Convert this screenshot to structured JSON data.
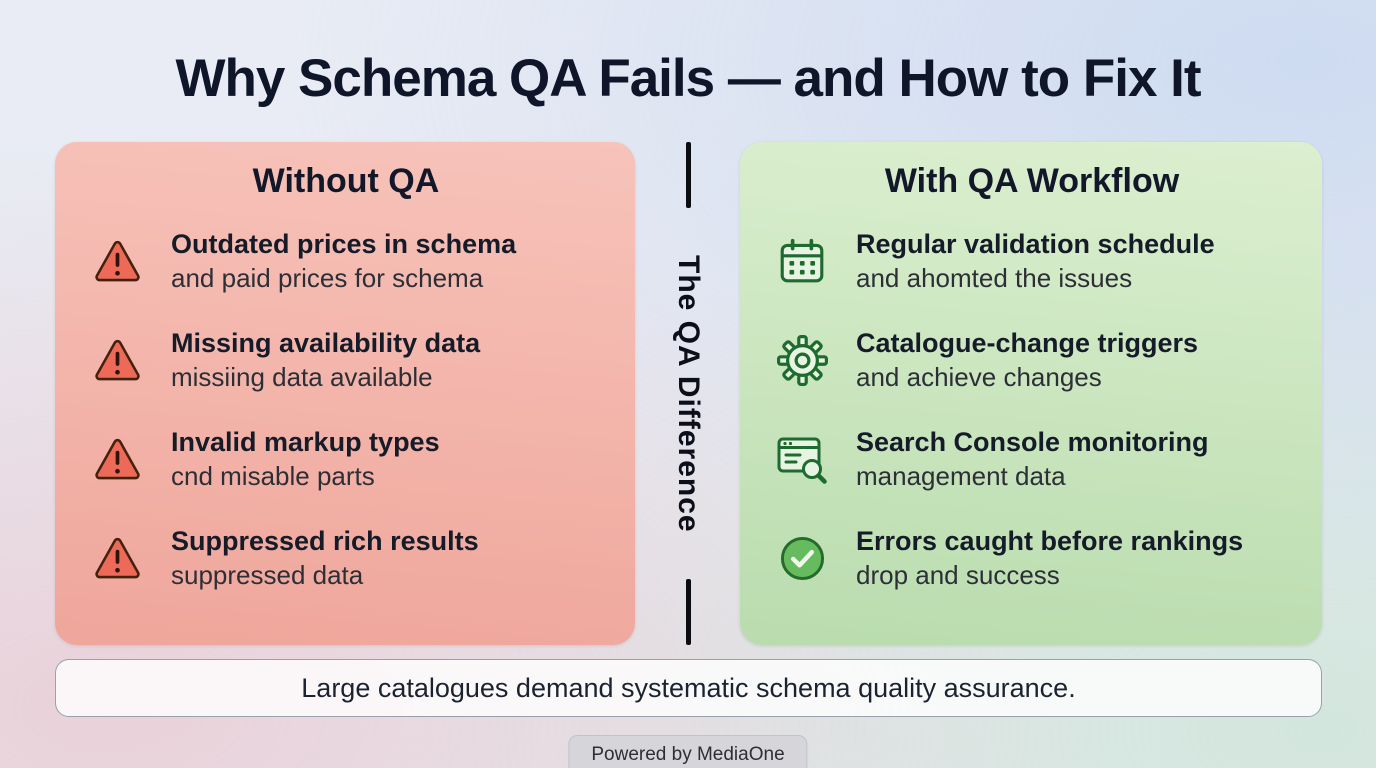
{
  "title": "Why Schema QA Fails — and How to Fix It",
  "divider": {
    "label": "The QA Difference"
  },
  "left_panel": {
    "heading": "Without QA",
    "items": [
      {
        "icon": "warning-triangle-icon",
        "title": "Outdated prices in schema",
        "subtitle": "and paid prices for schema"
      },
      {
        "icon": "warning-triangle-icon",
        "title": "Missing availability data",
        "subtitle": "missiing data available"
      },
      {
        "icon": "warning-triangle-icon",
        "title": "Invalid markup types",
        "subtitle": "cnd misable parts"
      },
      {
        "icon": "warning-triangle-icon",
        "title": "Suppressed rich results",
        "subtitle": "suppressed data"
      }
    ]
  },
  "right_panel": {
    "heading": "With QA Workflow",
    "items": [
      {
        "icon": "calendar-icon",
        "title": "Regular validation schedule",
        "subtitle": "and ahomted the issues"
      },
      {
        "icon": "gear-icon",
        "title": "Catalogue-change triggers",
        "subtitle": "and achieve changes"
      },
      {
        "icon": "search-console-icon",
        "title": "Search Console monitoring",
        "subtitle": "management data"
      },
      {
        "icon": "check-circle-icon",
        "title": "Errors caught before rankings",
        "subtitle": "drop and success"
      }
    ]
  },
  "banner": {
    "text": "Large catalogues demand systematic schema quality assurance."
  },
  "footer": {
    "text": "Powered by MediaOne"
  },
  "colors": {
    "title_text": "#0f1629",
    "left_panel_bg": "#f2b4aa",
    "right_panel_bg": "#cbe6bf",
    "warning_red": "#ed6a59",
    "success_green": "#1d6b2f",
    "check_fill": "#66bb5e"
  }
}
